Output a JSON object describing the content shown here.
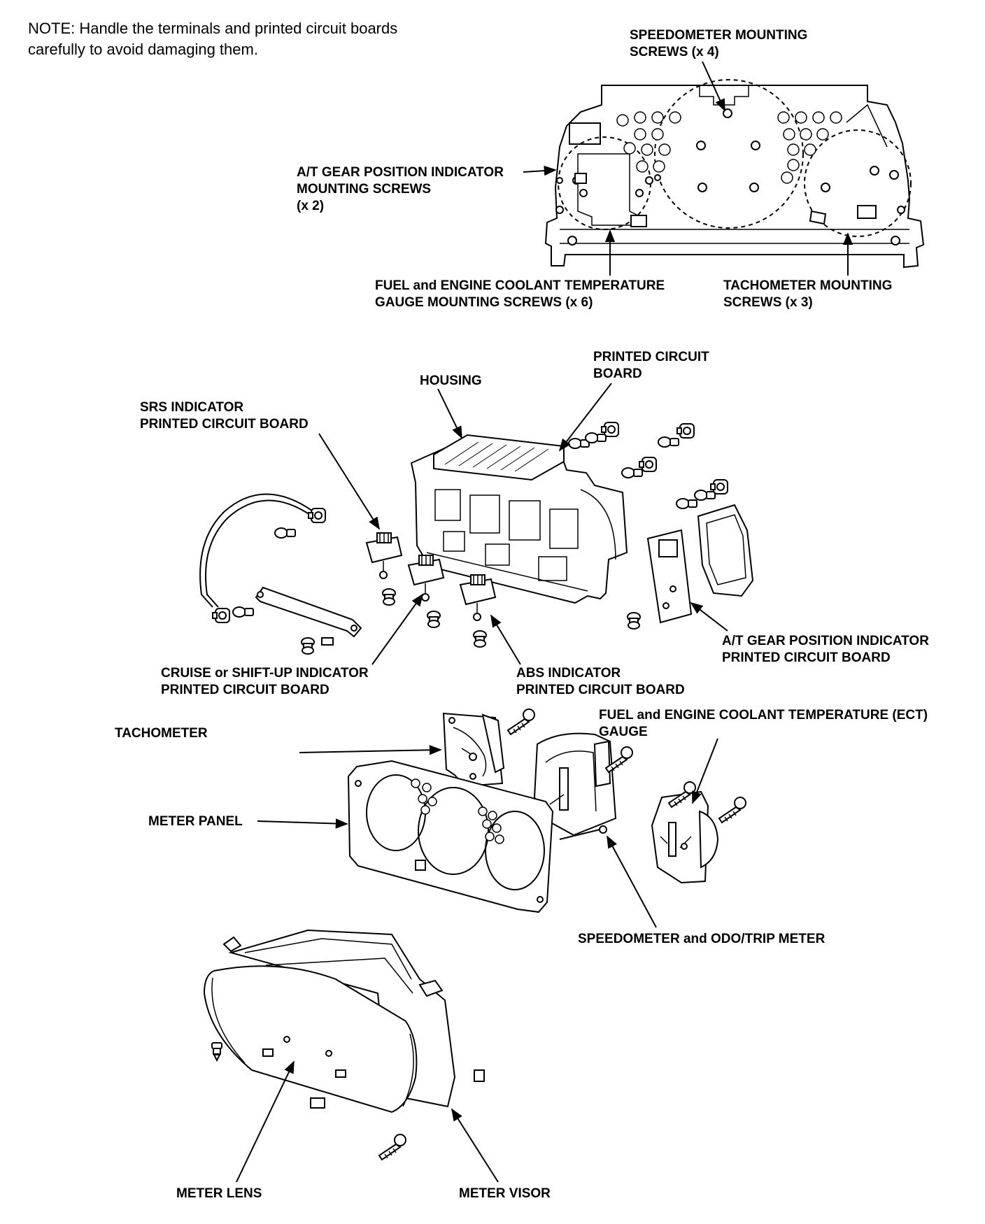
{
  "note": {
    "line1": "NOTE: Handle the terminals and printed circuit boards",
    "line2": "carefully to avoid damaging them."
  },
  "labels": {
    "speedometer_screws_1": "SPEEDOMETER MOUNTING",
    "speedometer_screws_2": "SCREWS (x 4)",
    "at_screws_1": "A/T GEAR POSITION INDICATOR",
    "at_screws_2": "MOUNTING SCREWS",
    "at_screws_3": "(x 2)",
    "fuel_screws_1": "FUEL and ENGINE COOLANT TEMPERATURE",
    "fuel_screws_2": "GAUGE MOUNTING SCREWS (x 6)",
    "tacho_screws_1": "TACHOMETER MOUNTING",
    "tacho_screws_2": "SCREWS (x 3)",
    "housing": "HOUSING",
    "pcb_1": "PRINTED CIRCUIT",
    "pcb_2": "BOARD",
    "srs_1": "SRS INDICATOR",
    "srs_2": "PRINTED CIRCUIT BOARD",
    "at_pcb_1": "A/T GEAR POSITION INDICATOR",
    "at_pcb_2": "PRINTED CIRCUIT BOARD",
    "cruise_1": "CRUISE or SHIFT-UP INDICATOR",
    "cruise_2": "PRINTED CIRCUIT BOARD",
    "abs_1": "ABS INDICATOR",
    "abs_2": "PRINTED CIRCUIT BOARD",
    "tachometer": "TACHOMETER",
    "fuel_gauge_1": "FUEL and ENGINE COOLANT TEMPERATURE (ECT)",
    "fuel_gauge_2": "GAUGE",
    "meter_panel": "METER PANEL",
    "speedometer": "SPEEDOMETER and ODO/TRIP METER",
    "meter_lens": "METER LENS",
    "meter_visor": "METER VISOR"
  }
}
